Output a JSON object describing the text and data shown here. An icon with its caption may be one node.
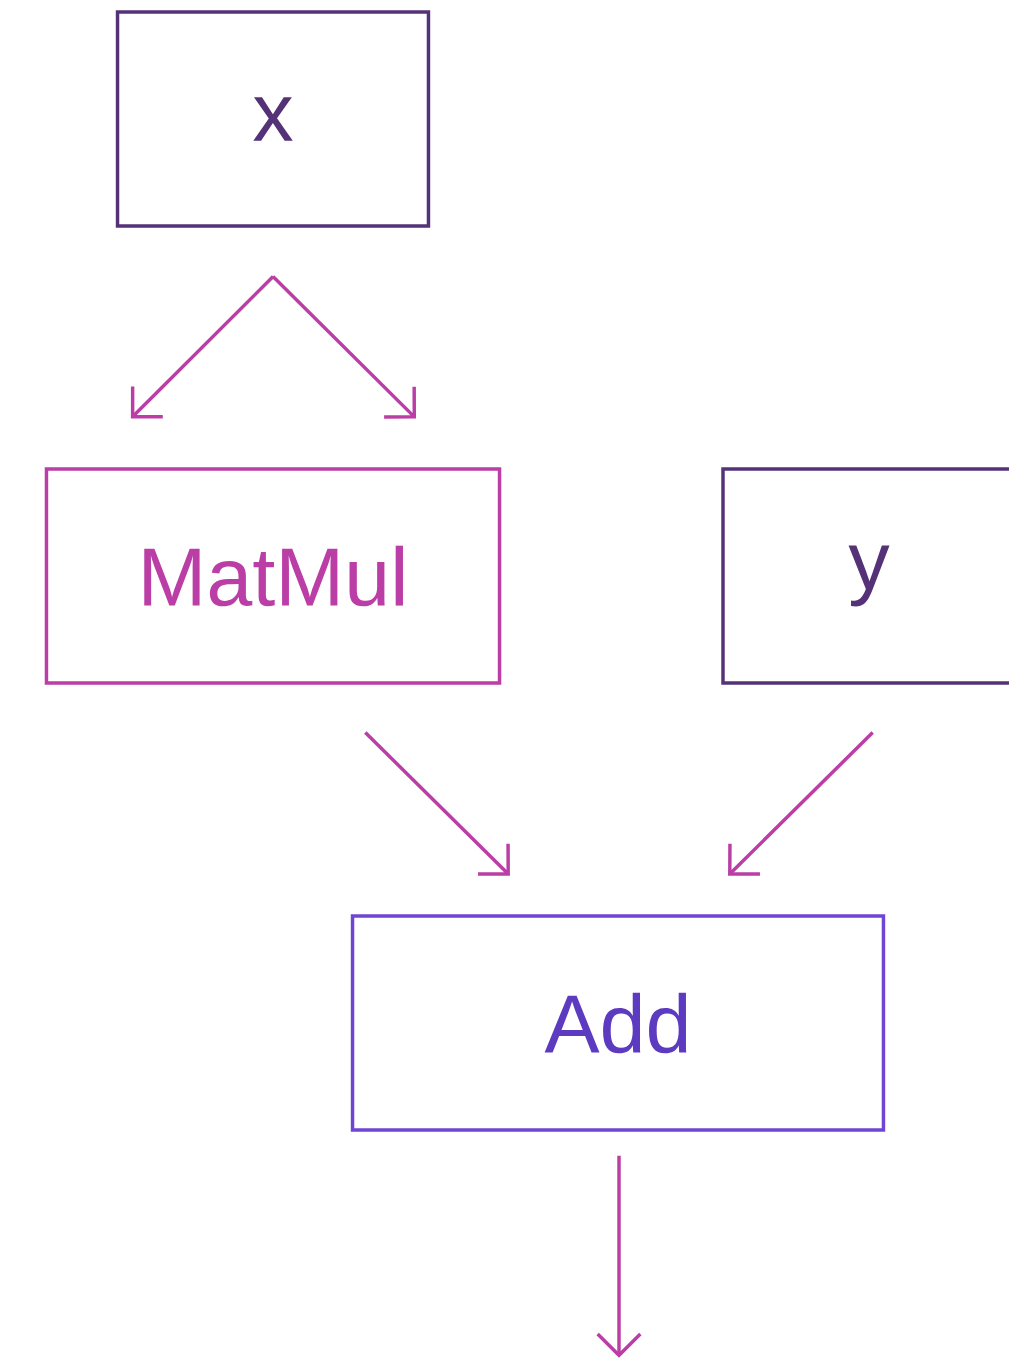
{
  "diagram": {
    "nodes": [
      {
        "text": [
          "x"
        ]
      },
      {
        "text": [
          "MatMul"
        ]
      },
      {
        "text": [
          "y"
        ]
      },
      {
        "text": [
          "Add"
        ]
      }
    ],
    "edges": [
      {
        "from": 0,
        "to": 1,
        "arrow": "to"
      },
      {
        "from": 0,
        "to": 1,
        "arrow": "to"
      },
      {
        "from": 1,
        "to": 3,
        "arrow": "to"
      },
      {
        "from": 2,
        "to": 3,
        "arrow": "to"
      },
      {
        "from": 3,
        "to": null,
        "arrow": "to"
      }
    ]
  }
}
